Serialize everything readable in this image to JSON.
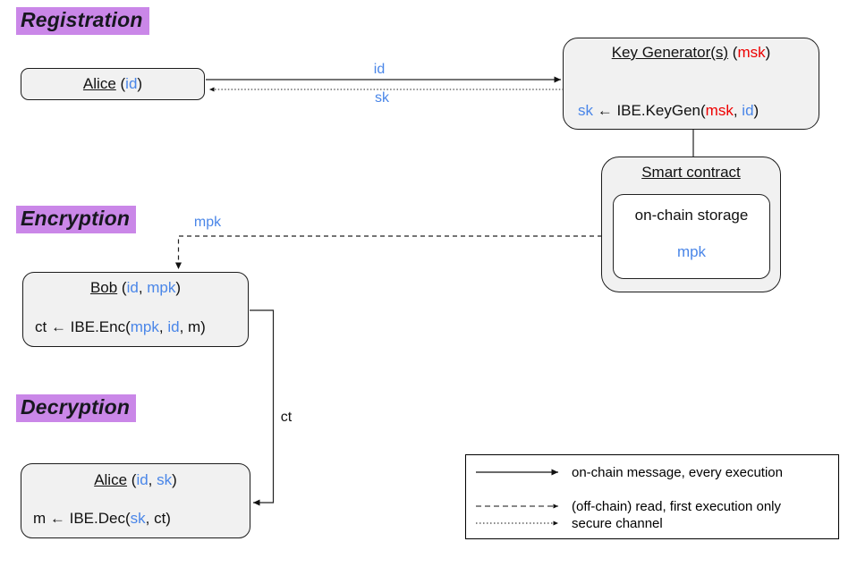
{
  "palette": {
    "accent_blue": "#4a86e8",
    "accent_red": "#ee0000",
    "heading_highlight": "#ca87e8",
    "node_fill": "#f1f1f1",
    "node_border": "#1c1c1c"
  },
  "headings": {
    "registration": "Registration",
    "encryption": "Encryption",
    "decryption": "Decryption"
  },
  "wire_labels": {
    "id": "id",
    "sk": "sk",
    "mpk": "mpk",
    "ct": "ct"
  },
  "boxes": {
    "alice_reg": {
      "name": "Alice",
      "open": " (",
      "p1": "id",
      "close": ")"
    },
    "keygen": {
      "name": "Key Generator(s)",
      "open": " (",
      "p1": "msk",
      "close": ")",
      "formula": {
        "lhs": "sk",
        "mid": " ← IBE.KeyGen(",
        "arg1": "msk",
        "sep": ", ",
        "arg2": "id",
        "end": ")"
      }
    },
    "smart_contract": {
      "title": "Smart contract",
      "storage_title": "on-chain storage",
      "stored_value": "mpk"
    },
    "bob": {
      "name": "Bob",
      "open": " (",
      "p1": "id",
      "sep": ", ",
      "p2": "mpk",
      "close": ")",
      "formula": {
        "lhs": "ct",
        "mid": " ← IBE.Enc(",
        "arg1": "mpk",
        "sep": ", ",
        "arg2": "id",
        "end": ", m)"
      }
    },
    "alice_dec": {
      "name": "Alice",
      "open": " (",
      "p1": "id",
      "sep": ", ",
      "p2": "sk",
      "close": ")",
      "formula": {
        "lhs": "m",
        "mid": " ← IBE.Dec(",
        "arg1": "sk",
        "end": ", ct)"
      }
    }
  },
  "legend": {
    "items": [
      {
        "style": "solid",
        "label": "on-chain message, every execution"
      },
      {
        "style": "dashed",
        "label": "(off-chain) read, first execution only"
      },
      {
        "style": "dotted",
        "label": "secure channel"
      }
    ]
  }
}
